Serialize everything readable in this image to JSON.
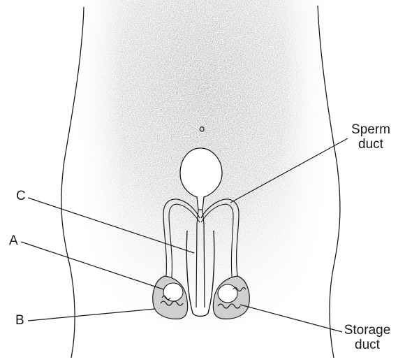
{
  "labels": {
    "a": "A",
    "b": "B",
    "c": "C",
    "sperm_duct_line1": "Sperm",
    "sperm_duct_line2": "duct",
    "storage_duct_line1": "Storage",
    "storage_duct_line2": "duct"
  },
  "colors": {
    "ink": "#1a1a1a",
    "shading": "#9a9a9a",
    "background": "#ffffff"
  }
}
